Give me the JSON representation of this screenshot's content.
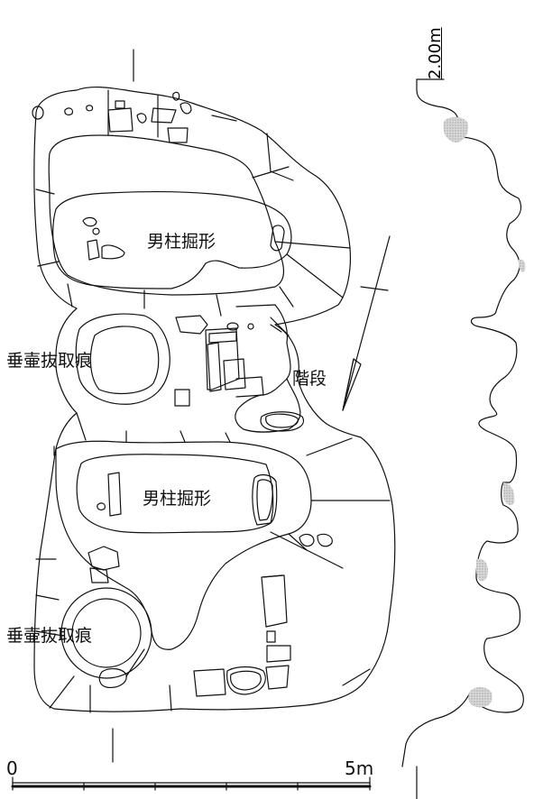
{
  "figure": {
    "labels": {
      "pit_upper": "男柱掘形",
      "pit_lower": "男柱掘形",
      "jar_upper": "垂壷抜取痕",
      "jar_lower": "垂壷抜取痕",
      "steps": "階段"
    },
    "scale_bar": {
      "start": "0",
      "end": "5m"
    },
    "section_scale": "2.00m",
    "colors": {
      "line": "#111111",
      "shade": "#c8c8c8"
    }
  }
}
